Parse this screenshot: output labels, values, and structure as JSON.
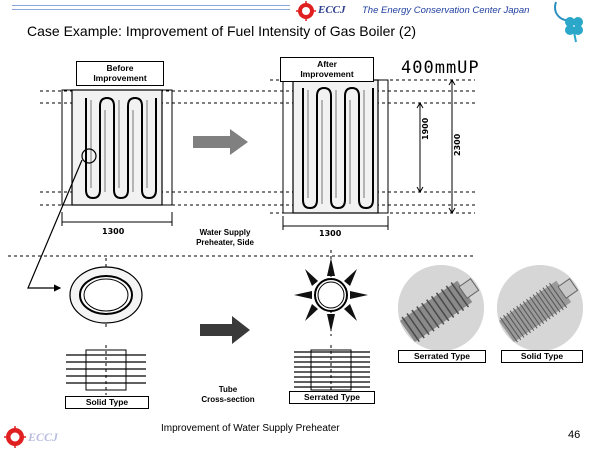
{
  "header": {
    "org_name": "The Energy Conservation Center Japan",
    "logo_text": "ECCJ"
  },
  "title": "Case Example: Improvement of Fuel Intensity of Gas Boiler (2)",
  "diagram": {
    "before_label_line1": "Before",
    "before_label_line2": "Improvement",
    "after_label_line1": "After",
    "after_label_line2": "Improvement",
    "big_increase": "400mmUP",
    "dim_width_before": "1300",
    "dim_width_after": "1300",
    "dim_height_inner": "1900",
    "dim_height_outer": "2300",
    "side_caption_line1": "Water Supply",
    "side_caption_line2": "Preheater, Side",
    "tube_caption_line1": "Tube",
    "tube_caption_line2": "Cross-section",
    "solid_type_label": "Solid Type",
    "serrated_type_label": "Serrated Type",
    "photo_serrated_label": "Serrated Type",
    "photo_solid_label": "Solid Type"
  },
  "footer": {
    "caption": "Improvement of Water Supply Preheater",
    "page_number": "46",
    "logo_text": "ECCJ"
  }
}
